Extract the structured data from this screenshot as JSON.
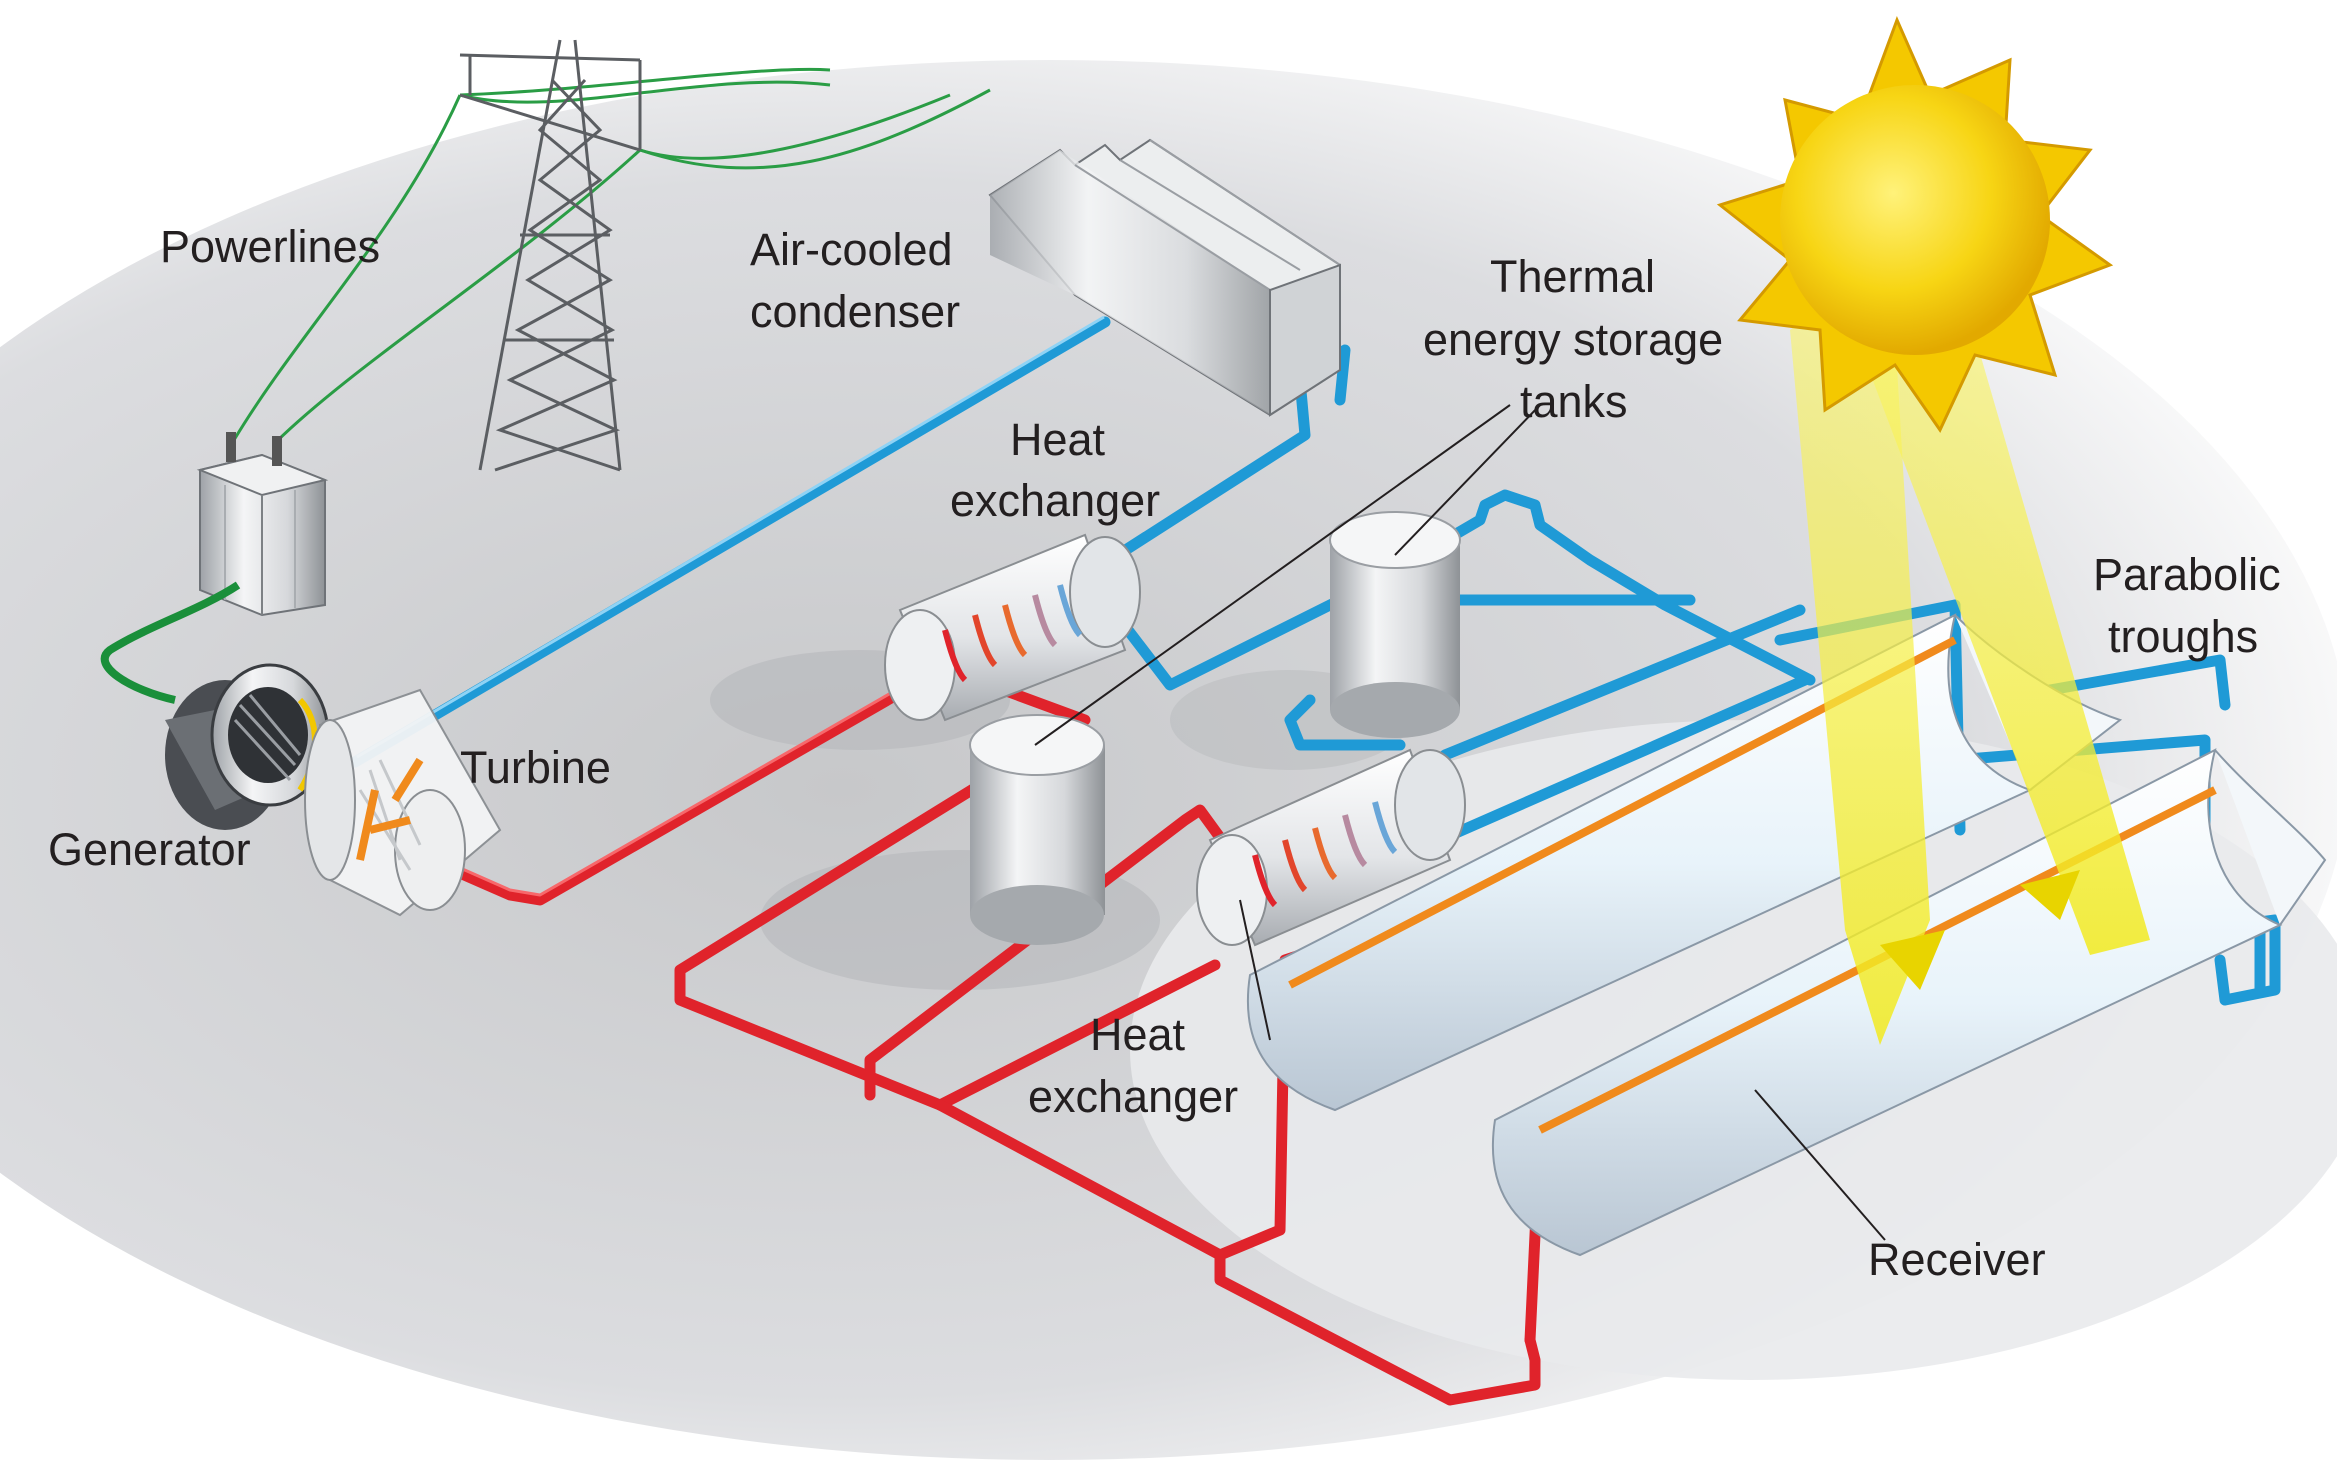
{
  "labels": {
    "powerlines": "Powerlines",
    "condenser_line1": "Air-cooled",
    "condenser_line2": "condenser",
    "thermal_line1": "Thermal",
    "thermal_line2": "energy storage",
    "thermal_line3": "tanks",
    "heat_exchanger_top_line1": "Heat",
    "heat_exchanger_top_line2": "exchanger",
    "parabolic_line1": "Parabolic",
    "parabolic_line2": "troughs",
    "turbine": "Turbine",
    "generator": "Generator",
    "heat_exchanger_bottom_line1": "Heat",
    "heat_exchanger_bottom_line2": "exchanger",
    "receiver": "Receiver"
  },
  "colors": {
    "hot_pipe": "#e0232b",
    "cold_pipe": "#1f9ad6",
    "power_wire": "#2a9d45",
    "sun": "#f5d000",
    "sun_ray": "#f7f24a",
    "receiver_tube": "#f08a1c"
  },
  "icons": [
    "sun-icon",
    "transmission-tower-icon",
    "transformer-icon",
    "generator-icon",
    "turbine-icon",
    "condenser-icon",
    "storage-tank-icon",
    "heat-exchanger-icon",
    "parabolic-trough-icon"
  ]
}
